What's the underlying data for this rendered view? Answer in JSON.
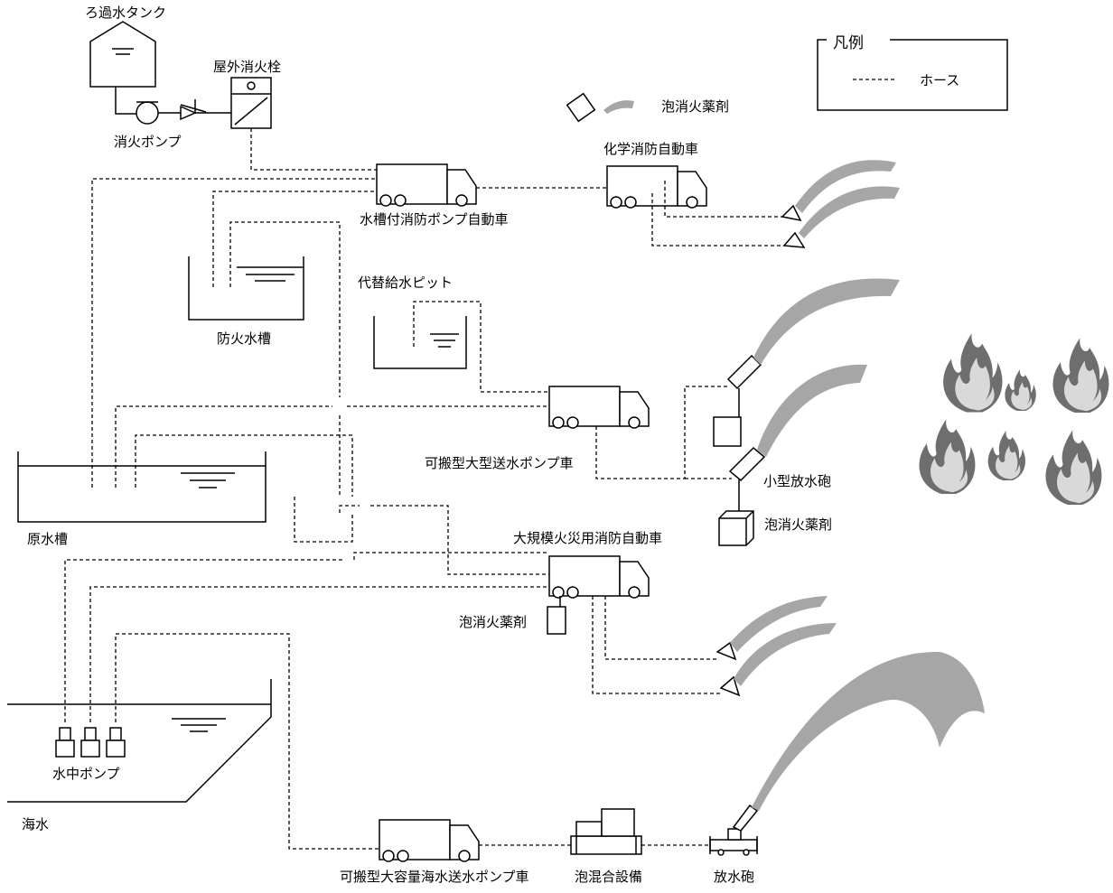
{
  "legend": {
    "title": "凡例",
    "hose_label": "ホース"
  },
  "labels": {
    "filtered_water_tank": "ろ過水タンク",
    "outdoor_hydrant": "屋外消火栓",
    "fire_pump": "消火ポンプ",
    "foam_agent_top": "泡消火薬剤",
    "chemical_fire_engine": "化学消防自動車",
    "tank_pump_engine": "水槽付消防ポンプ自動車",
    "fire_cistern": "防火水槽",
    "alt_water_pit": "代替給水ピット",
    "portable_large_pump_truck": "可搬型大型送水ポンプ車",
    "raw_water_tank": "原水槽",
    "small_monitor": "小型放水砲",
    "foam_agent_mid": "泡消火薬剤",
    "large_fire_engine": "大規模火災用消防自動車",
    "foam_agent_low": "泡消火薬剤",
    "submersible_pump": "水中ポンプ",
    "sea_water": "海水",
    "portable_seawater_pump_truck": "可搬型大容量海水送水ポンプ車",
    "foam_mixing_equipment": "泡混合設備",
    "water_cannon": "放水砲"
  },
  "colors": {
    "line": "#000000",
    "spray": "#a6a6a6",
    "flame_outer": "#6e6e6e",
    "flame_inner": "#d9d9d9"
  },
  "icons": [
    "truck-icon",
    "tank-icon",
    "hydrant-icon",
    "pump-icon",
    "check-valve-icon",
    "nozzle-icon",
    "water-cannon-icon",
    "foam-container-icon",
    "submersible-pump-icon",
    "flame-icon"
  ]
}
